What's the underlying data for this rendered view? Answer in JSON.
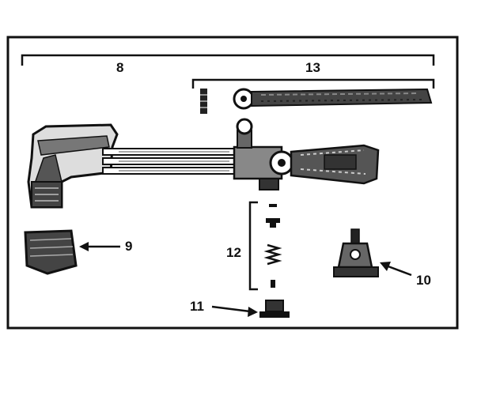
{
  "diagram": {
    "title": "",
    "callouts": [
      {
        "id": "8",
        "text": "8"
      },
      {
        "id": "13",
        "text": "13"
      },
      {
        "id": "9",
        "text": "9"
      },
      {
        "id": "12",
        "text": "12"
      },
      {
        "id": "10",
        "text": "10"
      },
      {
        "id": "11",
        "text": "11"
      }
    ],
    "colors": {
      "ink": "#111111",
      "paper": "#ffffff",
      "shade": "#555555"
    }
  }
}
